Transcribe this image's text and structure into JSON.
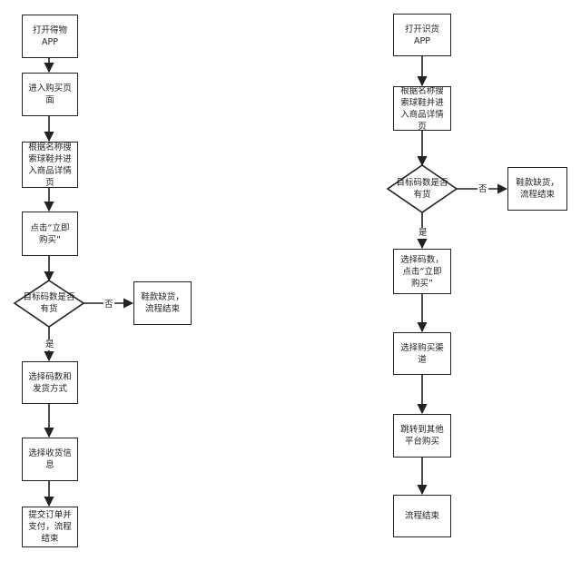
{
  "flow_left": {
    "open_app": "打开得物APP",
    "enter_buy_page": "进入购买页面",
    "search_details": "根据名称搜索球鞋并进入商品详情页",
    "click_buy": "点击“立即购买”",
    "has_size": "目标码数是否有货",
    "no_label": "否",
    "out_of_stock": "鞋款缺货，流程结束",
    "yes_label": "是",
    "choose_size_shipping": "选择码数和发货方式",
    "choose_address": "选择收货信息",
    "submit_pay": "提交订单并支付，流程结束"
  },
  "flow_right": {
    "open_app": "打开识货APP",
    "search_details": "根据名称搜索球鞋并进入商品详情页",
    "has_size": "目标码数是否有货",
    "no_label": "否",
    "out_of_stock": "鞋款缺货，流程结束",
    "yes_label": "是",
    "choose_size_buy": "选择码数，点击“立即购买”",
    "choose_channel": "选择购买渠道",
    "jump_platform": "跳转到其他平台购买",
    "flow_end": "流程结束"
  }
}
